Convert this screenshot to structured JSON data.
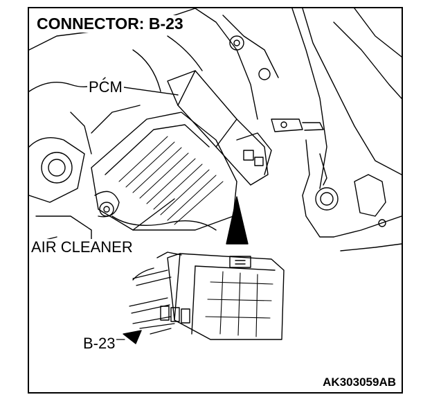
{
  "diagram": {
    "title": "CONNECTOR: B-23",
    "callouts": {
      "pcm": "PCM",
      "air_cleaner": "AIR CLEANER",
      "connector": "B-23"
    },
    "figure_code": "AK303059AB"
  },
  "colors": {
    "line": "#000000",
    "background": "#ffffff"
  }
}
